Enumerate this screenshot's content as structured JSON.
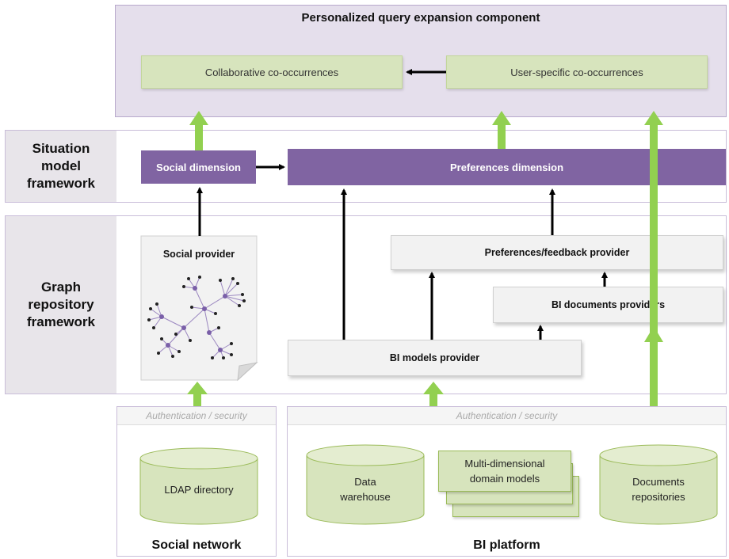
{
  "top": {
    "title": "Personalized query expansion component",
    "collaborative": "Collaborative co-occurrences",
    "user_specific": "User-specific co-occurrences"
  },
  "situation": {
    "label": "Situation\nmodel\nframework",
    "social_dimension": "Social dimension",
    "preferences_dimension": "Preferences dimension"
  },
  "graph": {
    "label": "Graph\nrepository\nframework",
    "social_provider": "Social provider",
    "preferences_provider": "Preferences/feedback provider",
    "bi_documents_providers": "BI documents providers",
    "bi_models_provider": "BI models provider"
  },
  "social_network": {
    "auth": "Authentication / security",
    "ldap": "LDAP directory",
    "label": "Social network"
  },
  "bi_platform": {
    "auth": "Authentication / security",
    "data_warehouse": "Data\nwarehouse",
    "multidim": "Multi-dimensional\ndomain models",
    "documents": "Documents\nrepositories",
    "label": "BI platform"
  },
  "colors": {
    "purple": "#8064a2",
    "green_arrow": "#92d050",
    "green_box": "#d7e4bd",
    "lavender": "#e5dfec"
  }
}
